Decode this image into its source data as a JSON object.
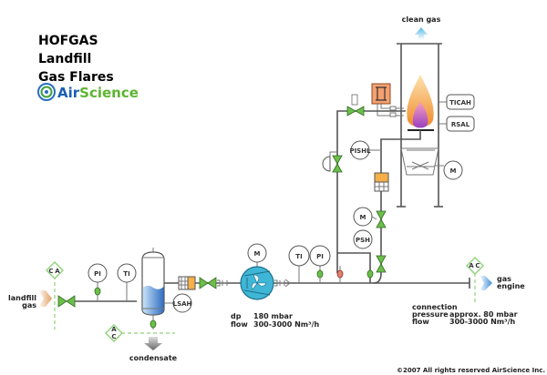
{
  "title": {
    "line1": "HOFGAS",
    "line2": "Landfill",
    "line3": "Gas Flares"
  },
  "logo": {
    "part1": "Air",
    "part2": "Science",
    "color1": "#1a5fb4",
    "color2": "#5cb531"
  },
  "labels": {
    "clean_gas": "clean gas",
    "landfill_gas_1": "landfill",
    "landfill_gas_2": "gas",
    "condensate": "condensate",
    "gas_engine_1": "gas",
    "gas_engine_2": "engine"
  },
  "instruments": {
    "ticah": "TICAH",
    "rsal": "RSAL",
    "pishl": "PISHL",
    "m_damper": "M",
    "m_valve": "M",
    "psh": "PSH",
    "m_fan": "M",
    "ti_outlet": "TI",
    "pi_outlet": "PI",
    "pi_inlet": "PI",
    "ti_inlet": "TI",
    "lsah": "LSAH",
    "ca_c": "C",
    "ca_a": "A",
    "ac_a": "A",
    "ac_c": "C",
    "ac2_a": "A",
    "ac2_c": "C"
  },
  "fan_specs": {
    "dp_label": "dp",
    "dp_value": "180 mbar",
    "flow_label": "flow",
    "flow_value": "300-3000 Nm³/h"
  },
  "connection_specs": {
    "heading": "connection",
    "pressure_label": "pressure",
    "pressure_value": "approx. 80 mbar",
    "flow_label": "flow",
    "flow_value": "300-3000 Nm³/h"
  },
  "copyright": "©2007 All rights reserved AirScience Inc.",
  "colors": {
    "valve": "#6cbf4a",
    "fan": "#3fb6d6",
    "flame": "#f5a040",
    "filter": "#f5b04a",
    "signal_line": "#8fd27a"
  }
}
